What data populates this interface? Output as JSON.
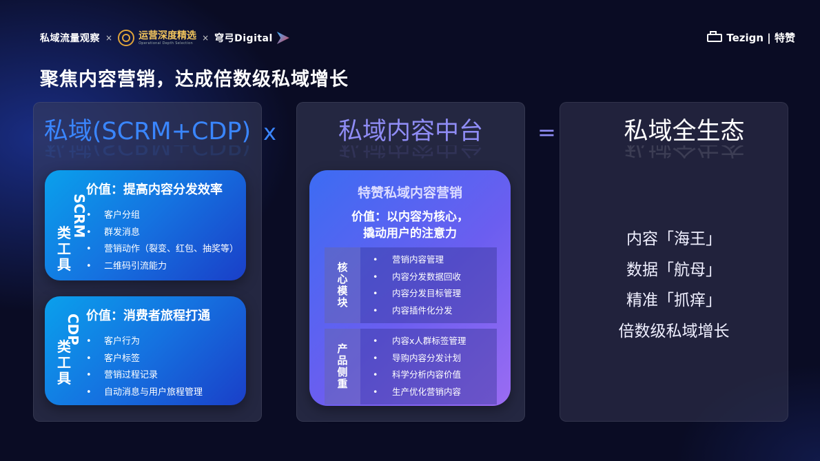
{
  "header": {
    "brand_1": "私域流量观察",
    "sep": "×",
    "brand_2_main": "运营深度精选",
    "brand_2_sub": "Operational Depth Selection",
    "brand_3": "穹弓Digital",
    "right_brand": "Tezign | 特赞"
  },
  "title": "聚焦内容营销，达成倍数级私域增长",
  "operators": {
    "times": "x",
    "equals": "="
  },
  "panel_1": {
    "title": "私域(SCRM+CDP)",
    "card_a": {
      "side_label_latin": "SCRM",
      "side_label_cjk": [
        "类",
        "工",
        "具"
      ],
      "value": "价值：提高内容分发效率",
      "items": [
        "客户分组",
        "群发消息",
        "营销动作（裂变、红包、抽奖等）",
        "二维码引流能力"
      ]
    },
    "card_b": {
      "side_label_latin": "CDP",
      "side_label_cjk": [
        "类",
        "工",
        "具"
      ],
      "value": "价值：消费者旅程打通",
      "items": [
        "客户行为",
        "客户标签",
        "营销过程记录",
        "自动消息与用户旅程管理"
      ]
    }
  },
  "panel_2": {
    "title": "私域内容中台",
    "card_title": "特赞私域内容营销",
    "value_line_1": "价值：以内容为核心，",
    "value_line_2": "撬动用户的注意力",
    "module_1": {
      "tag": "核心模块",
      "items": [
        "营销内容管理",
        "内容分发数据回收",
        "内容分发目标管理",
        "内容插件化分发"
      ]
    },
    "module_2": {
      "tag": "产品侧重",
      "items": [
        "内容x人群标签管理",
        "导购内容分发计划",
        "科学分析内容价值",
        "生产优化营销内容"
      ]
    }
  },
  "panel_3": {
    "title": "私域全生态",
    "items": [
      "内容「海王」",
      "数据「航母」",
      "精准「抓痒」",
      "倍数级私域增长"
    ]
  }
}
